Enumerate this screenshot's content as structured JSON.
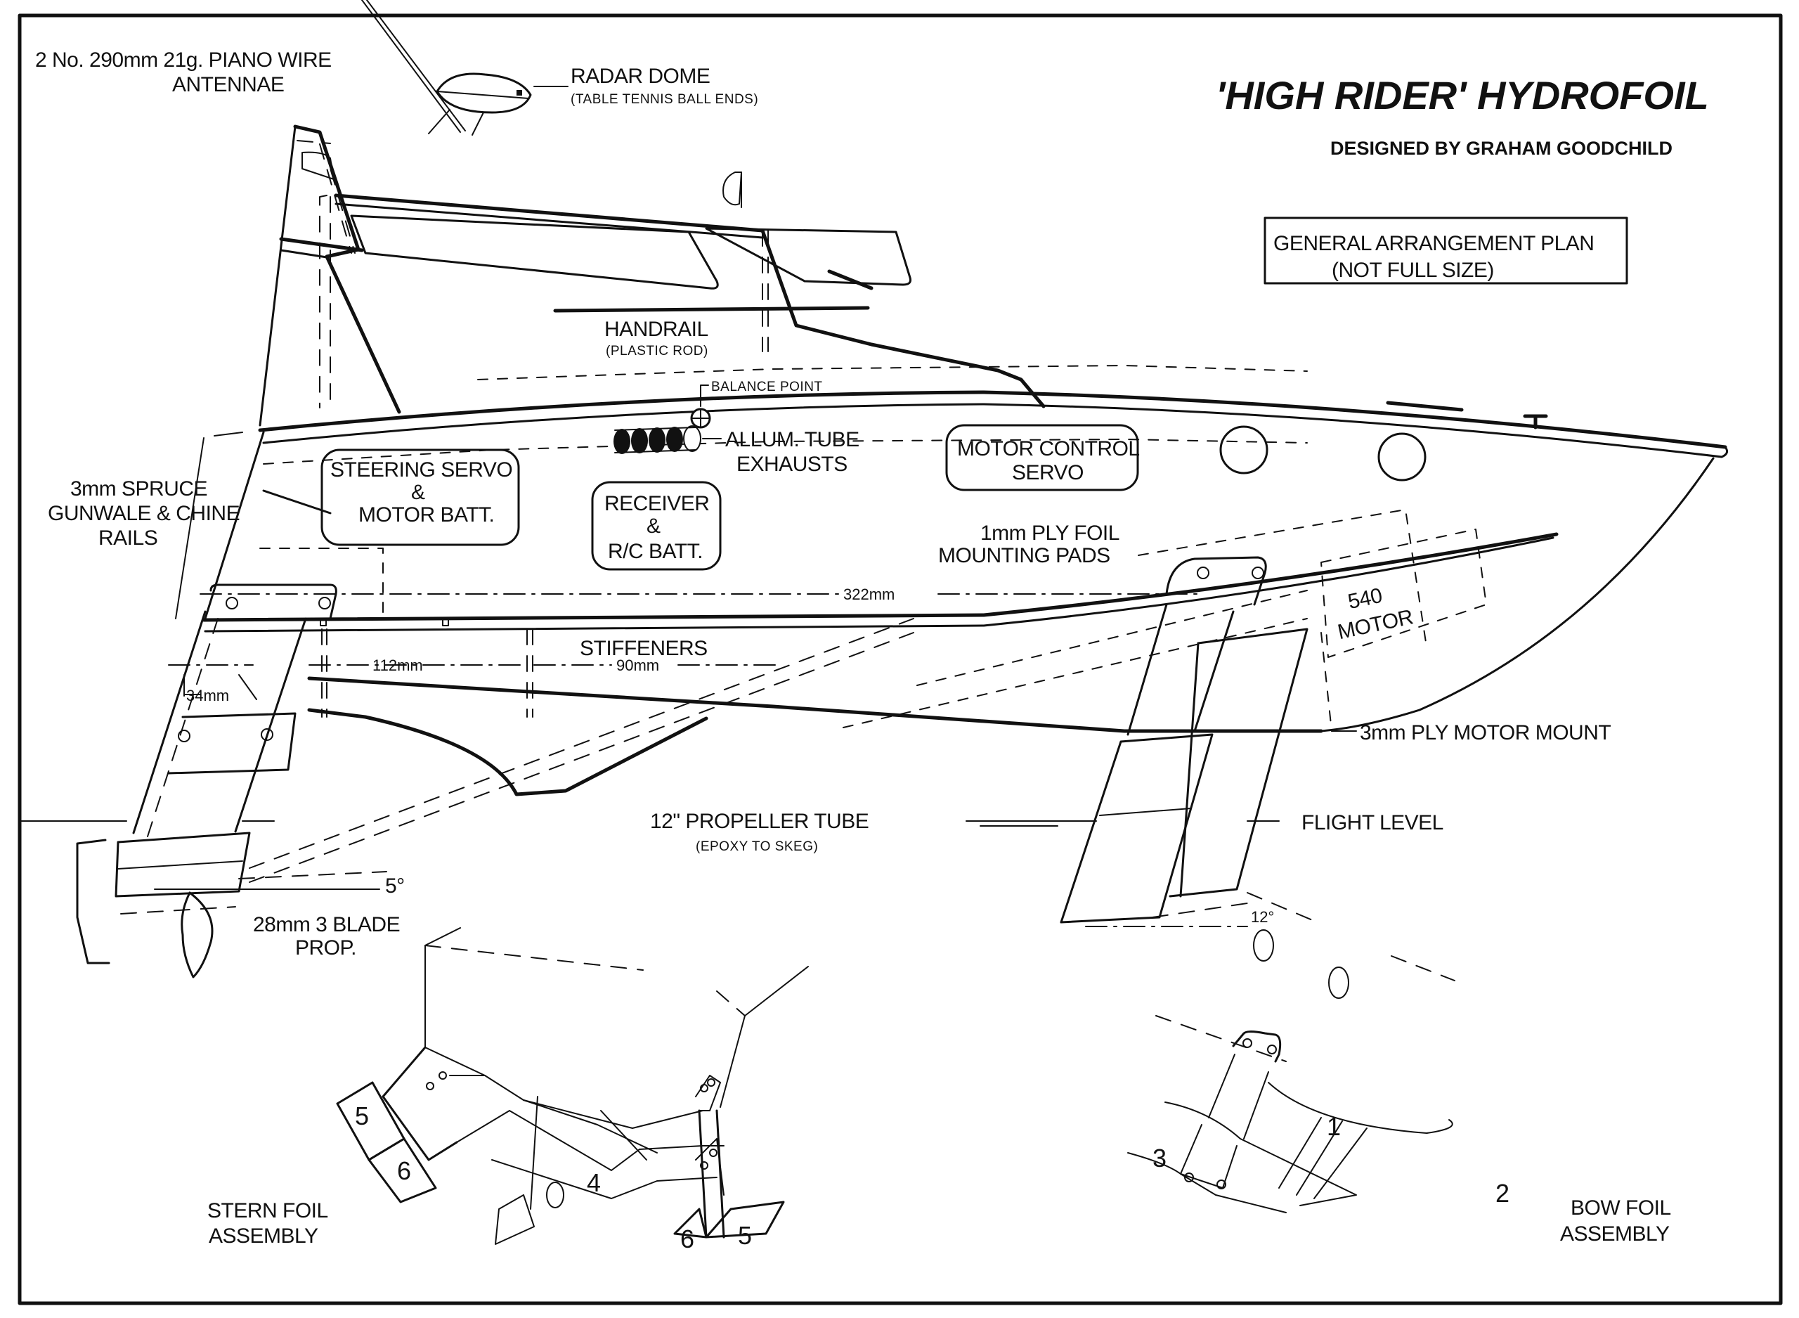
{
  "title": "'HIGH RIDER' HYDROFOIL",
  "designer": "DESIGNED BY GRAHAM GOODCHILD",
  "plan_box": {
    "line1": "GENERAL ARRANGEMENT PLAN",
    "line2": "(NOT FULL SIZE)"
  },
  "labels": {
    "antennae_line1": "2 No. 290mm 21g. PIANO WIRE",
    "antennae_line2": "ANTENNAE",
    "radar_dome": "RADAR DOME",
    "radar_dome_note": "(TABLE TENNIS BALL ENDS)",
    "handrail": "HANDRAIL",
    "handrail_note": "(PLASTIC ROD)",
    "balance_point": "BALANCE POINT",
    "exhausts_line1": "ALLUM. TUBE",
    "exhausts_line2": "EXHAUSTS",
    "spruce_line1": "3mm SPRUCE",
    "spruce_line2": "GUNWALE & CHINE",
    "spruce_line3": "RAILS",
    "steering_line1": "STEERING SERVO",
    "steering_line2": "&",
    "steering_line3": "MOTOR BATT.",
    "receiver_line1": "RECEIVER",
    "receiver_line2": "&",
    "receiver_line3": "R/C BATT.",
    "motor_control_line1": "MOTOR CONTROL",
    "motor_control_line2": "SERVO",
    "foil_pads_line1": "1mm PLY FOIL",
    "foil_pads_line2": "MOUNTING PADS",
    "motor_line1": "540",
    "motor_line2": "MOTOR",
    "motor_mount": "3mm PLY MOTOR MOUNT",
    "stiffeners": "STIFFENERS",
    "prop_tube": "12\" PROPELLER TUBE",
    "prop_tube_note": "(EPOXY TO SKEG)",
    "flight_level": "FLIGHT LEVEL",
    "prop_line1": "28mm 3 BLADE",
    "prop_line2": "PROP.",
    "stern_assembly_line1": "STERN FOIL",
    "stern_assembly_line2": "ASSEMBLY",
    "bow_assembly_line1": "BOW FOIL",
    "bow_assembly_line2": "ASSEMBLY"
  },
  "dimensions": {
    "overall_pad_spacing": "322mm",
    "stern_to_stiffener": "112mm",
    "stiffener_spacing": "90mm",
    "stern_foil_offset": "34mm",
    "stern_foil_angle": "5°",
    "bow_foil_angle": "12°"
  },
  "part_numbers": {
    "stern": [
      "5",
      "6",
      "4",
      "6",
      "5"
    ],
    "bow": [
      "1",
      "2",
      "3"
    ]
  }
}
